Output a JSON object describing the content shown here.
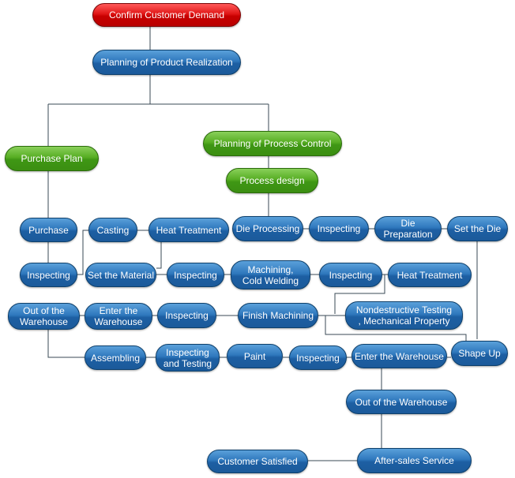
{
  "nodes": {
    "confirm_demand": "Confirm Customer Demand",
    "planning_realization": "Planning of Product Realization",
    "purchase_plan": "Purchase Plan",
    "planning_process": "Planning of Process Control",
    "process_design": "Process design",
    "purchase": "Purchase",
    "casting": "Casting",
    "heat_treatment_1": "Heat Treatment",
    "die_processing": "Die Processing",
    "inspecting_die": "Inspecting",
    "die_preparation": "Die Preparation",
    "set_die": "Set the Die",
    "inspecting_purchase": "Inspecting",
    "set_material": "Set the Material",
    "inspecting_material": "Inspecting",
    "machining": "Machining,\nCold Welding",
    "inspecting_machining": "Inspecting",
    "heat_treatment_2": "Heat Treatment",
    "out_warehouse_1": "Out of the\nWarehouse",
    "enter_warehouse_1": "Enter the\nWarehouse",
    "inspecting_warehouse": "Inspecting",
    "finish_machining": "Finish Machining",
    "ndt": "Nondestructive Testing\n, Mechanical Property",
    "assembling": "Assembling",
    "inspecting_testing": "Inspecting\nand Testing",
    "paint": "Paint",
    "inspecting_paint": "Inspecting",
    "enter_warehouse_2": "Enter the Warehouse",
    "shape_up": "Shape Up",
    "out_warehouse_2": "Out of the Warehouse",
    "customer_satisfied": "Customer Satisfied",
    "after_sales": "After-sales Service"
  },
  "colors": {
    "start_node": "#d10000",
    "planning_nodes": "#4aa21c",
    "step_nodes": "#2369ad",
    "connector": "#3a4a56"
  }
}
